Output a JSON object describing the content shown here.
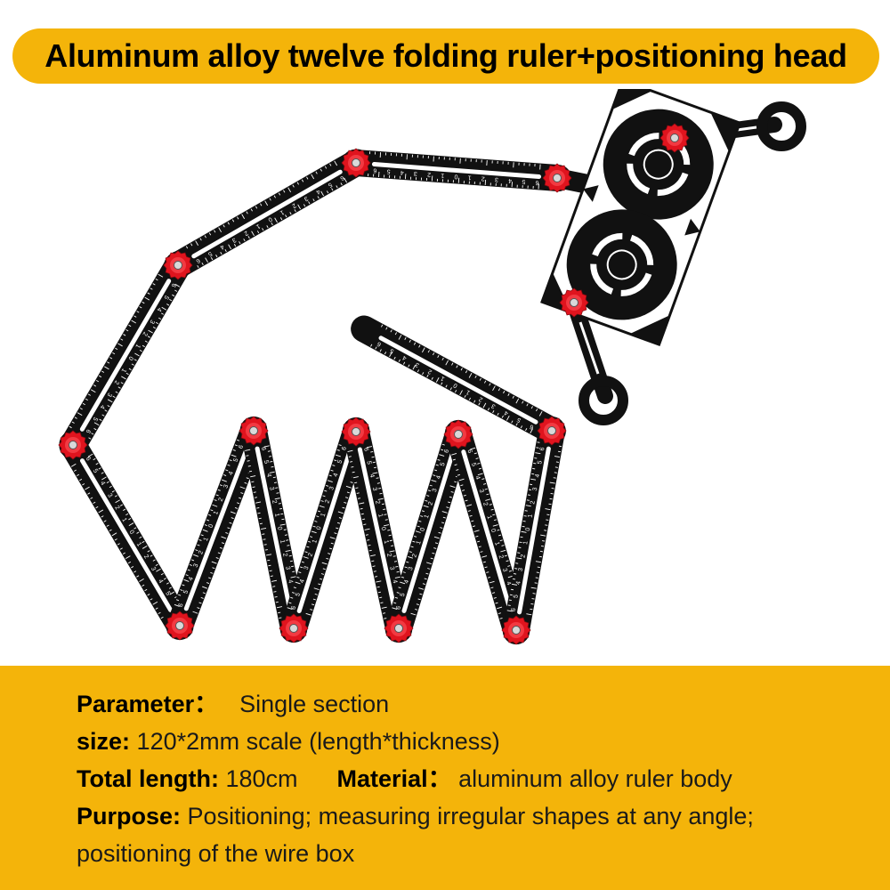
{
  "colors": {
    "accent_yellow": "#f4b40a",
    "ruler_black": "#111111",
    "knob_red": "#e0141e",
    "scale_white": "#ffffff"
  },
  "header": {
    "title": "Aluminum alloy twelve folding ruler+positioning head"
  },
  "product": {
    "icon_name": "folding-ruler-image",
    "ruler_markings": [
      "6",
      "5",
      "4",
      "3",
      "2",
      "1",
      "0",
      "1",
      "2",
      "3",
      "4",
      "5",
      "6"
    ]
  },
  "specs": {
    "parameter_label": "Parameter：",
    "parameter_value": "Single section",
    "size_label": "size:",
    "size_value": "120*2mm scale (length*thickness)",
    "total_length_label": "Total length:",
    "total_length_value": "180cm",
    "material_label": "Material：",
    "material_value": "aluminum alloy ruler body",
    "purpose_label": "Purpose:",
    "purpose_value": "Positioning; measuring irregular shapes at any angle;",
    "purpose_value_cont": "positioning of the wire box"
  }
}
